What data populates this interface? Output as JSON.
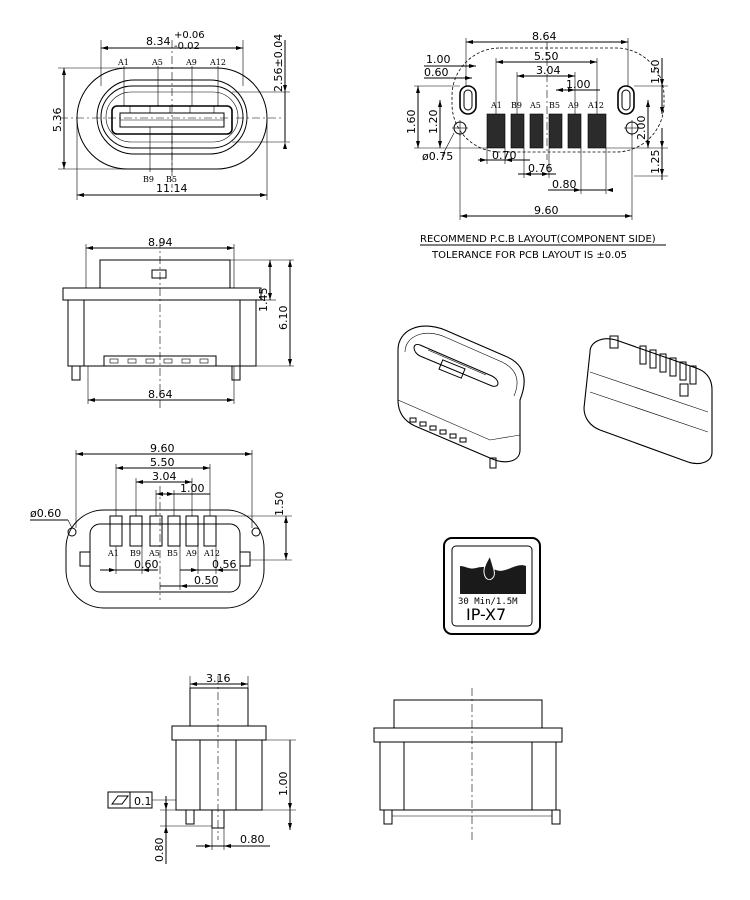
{
  "top_view": {
    "dim_width_top": "8.34",
    "tol_plus": "+0.06",
    "tol_minus": "-0.02",
    "dim_height_right": "2.56±0.04",
    "dim_height_left": "5.36",
    "dim_width_bottom": "11.14",
    "pins_top": [
      "A1",
      "A5",
      "A9",
      "A12"
    ],
    "pins_bottom": [
      "B9",
      "B5"
    ]
  },
  "pcb_layout": {
    "dims": [
      "8.64",
      "1.00",
      "0.60",
      "5.50",
      "3.04",
      "1.00",
      "1.50",
      "1.60",
      "1.20",
      "2.00",
      "ø0.75",
      "0.70",
      "0.76",
      "0.80",
      "1.25",
      "9.60"
    ],
    "pins": [
      "A1",
      "B9",
      "A5",
      "B5",
      "A9",
      "A12"
    ],
    "caption": "RECOMMEND P.C.B LAYOUT(COMPONENT SIDE)",
    "tolerance": "TOLERANCE FOR PCB LAYOUT IS ±0.05"
  },
  "side_view": {
    "dim_top": "8.94",
    "dim_bottom": "8.64",
    "dim_flange": "1.45",
    "dim_height": "6.10"
  },
  "bottom_view": {
    "dims": [
      "9.60",
      "5.50",
      "3.04",
      "1.00",
      "1.50",
      "ø0.60",
      "0.60",
      "0.56",
      "0.50"
    ],
    "pins": [
      "A1",
      "B9",
      "A5",
      "B5",
      "A9",
      "A12"
    ]
  },
  "ip_badge": {
    "spec": "30 Min/1.5M",
    "rating": "IP-X7"
  },
  "front_view": {
    "dim_top": "3.16",
    "dim_height": "1.00",
    "flatness": "0.1",
    "dim_pin_w": "0.80",
    "dim_pin_h": "0.80"
  }
}
